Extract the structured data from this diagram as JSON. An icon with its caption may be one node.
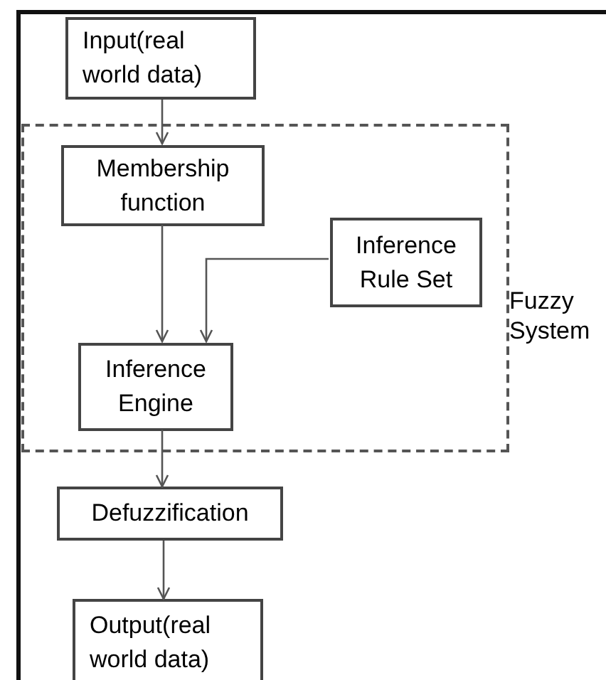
{
  "diagram": {
    "nodes": [
      {
        "text": [
          "Input(real world data)"
        ]
      },
      {
        "text": [
          "Fuzzy System"
        ]
      },
      {
        "text": [
          "Membership function"
        ],
        "in": 1
      },
      {
        "text": [
          "Inference Rule Set"
        ],
        "in": 1
      },
      {
        "text": [
          "Inference Engine"
        ],
        "in": 1
      },
      {
        "text": [
          "Defuzzification"
        ]
      },
      {
        "text": [
          "Output(real world data)"
        ]
      }
    ],
    "edges": [
      {
        "from": 0,
        "to": 2,
        "arrow": "to"
      },
      {
        "from": 2,
        "to": 4,
        "arrow": "to"
      },
      {
        "from": 3,
        "to": 4,
        "arrow": "to"
      },
      {
        "from": 4,
        "to": 5,
        "arrow": "to"
      },
      {
        "from": 5,
        "to": 6,
        "arrow": "to"
      }
    ]
  }
}
